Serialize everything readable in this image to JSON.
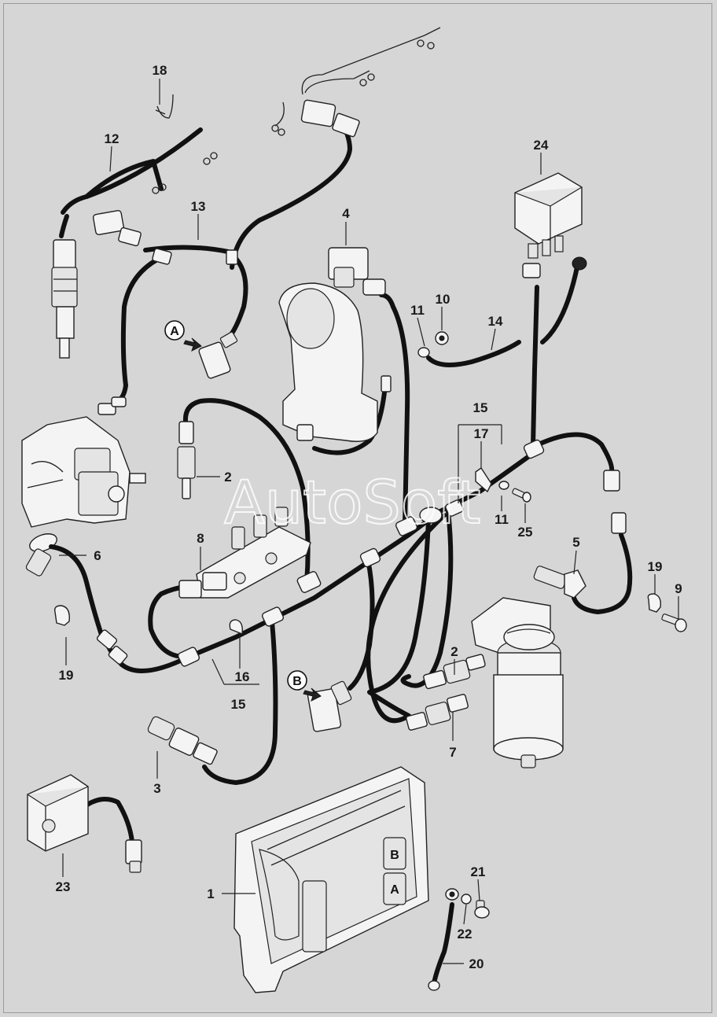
{
  "watermark": "AutoSoft",
  "callouts": [
    {
      "id": "c18",
      "text": "18"
    },
    {
      "id": "c12",
      "text": "12"
    },
    {
      "id": "c13",
      "text": "13"
    },
    {
      "id": "c4",
      "text": "4"
    },
    {
      "id": "c24",
      "text": "24"
    },
    {
      "id": "c11a",
      "text": "11"
    },
    {
      "id": "c10",
      "text": "10"
    },
    {
      "id": "c14",
      "text": "14"
    },
    {
      "id": "c15a",
      "text": "15"
    },
    {
      "id": "c17",
      "text": "17"
    },
    {
      "id": "c2a",
      "text": "2"
    },
    {
      "id": "c11b",
      "text": "11"
    },
    {
      "id": "c25",
      "text": "25"
    },
    {
      "id": "c8",
      "text": "8"
    },
    {
      "id": "c6",
      "text": "6"
    },
    {
      "id": "c5",
      "text": "5"
    },
    {
      "id": "c19a",
      "text": "19"
    },
    {
      "id": "c9",
      "text": "9"
    },
    {
      "id": "c19b",
      "text": "19"
    },
    {
      "id": "c16",
      "text": "16"
    },
    {
      "id": "c15b",
      "text": "15"
    },
    {
      "id": "c2b",
      "text": "2"
    },
    {
      "id": "c7",
      "text": "7"
    },
    {
      "id": "c3",
      "text": "3"
    },
    {
      "id": "c23",
      "text": "23"
    },
    {
      "id": "c1",
      "text": "1"
    },
    {
      "id": "c21",
      "text": "21"
    },
    {
      "id": "c22",
      "text": "22"
    },
    {
      "id": "c20",
      "text": "20"
    }
  ],
  "connector_refs": {
    "a": "A",
    "b": "B"
  },
  "ecu_ports": {
    "b": "B",
    "a": "A"
  }
}
